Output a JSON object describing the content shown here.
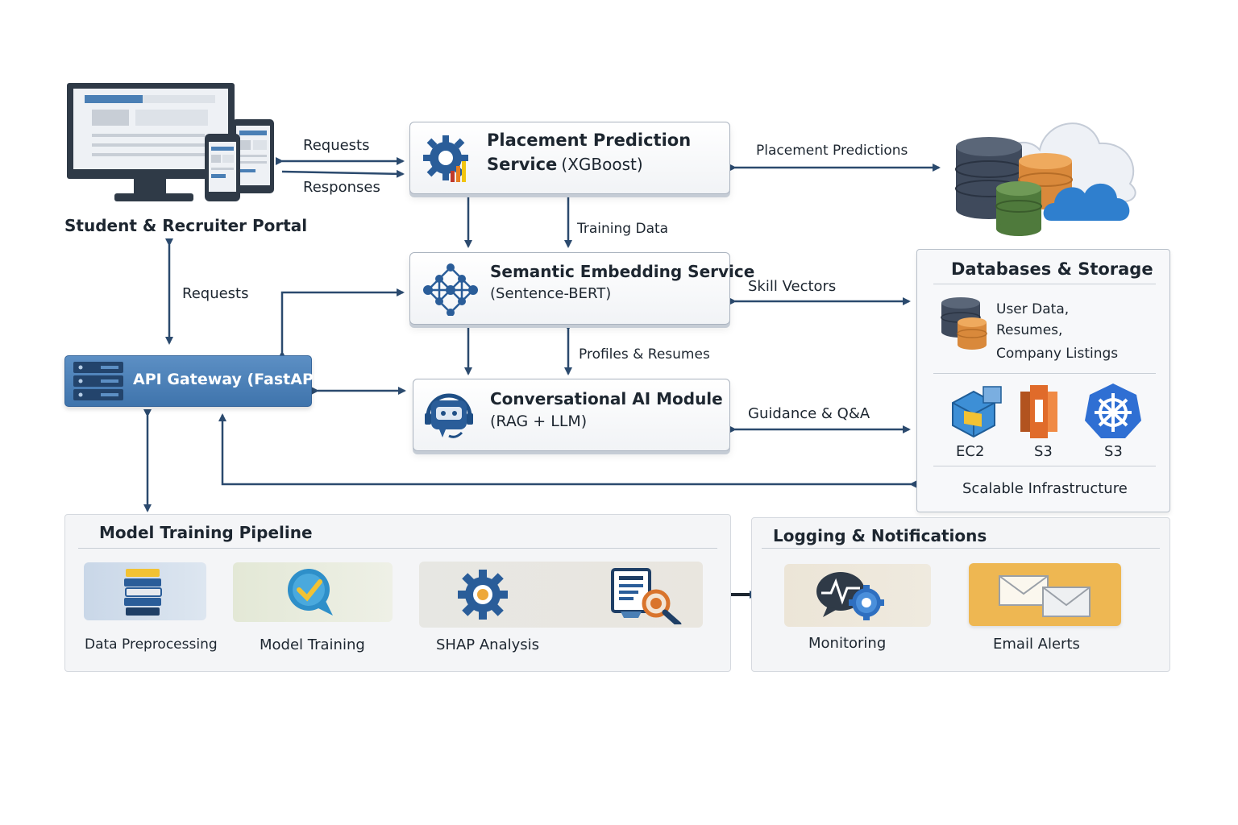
{
  "portal": {
    "title": "Student & Recruiter Portal"
  },
  "links": {
    "requests_top": "Requests",
    "responses": "Responses",
    "requests_left": "Requests",
    "placement_predictions": "Placement Predictions",
    "training_data": "Training Data",
    "skill_vectors": "Skill Vectors",
    "profiles_resumes": "Profiles & Resumes",
    "guidance_qa": "Guidance & Q&A"
  },
  "services": {
    "placement": {
      "title": "Placement Prediction",
      "title2": "Service",
      "sub": "(XGBoost)"
    },
    "embedding": {
      "title": "Semantic Embedding Service",
      "sub": "(Sentence-BERT)"
    },
    "conversational": {
      "title": "Conversational AI Module",
      "sub": "(RAG + LLM)"
    }
  },
  "gateway": {
    "label": "API Gateway (FastAPI)"
  },
  "storage": {
    "title": "Databases & Storage",
    "data_lines": [
      "User Data,",
      "Resumes,",
      "Company Listings"
    ],
    "infra": [
      "EC2",
      "S3",
      "S3"
    ],
    "footer": "Scalable Infrastructure"
  },
  "pipeline": {
    "title": "Model Training Pipeline",
    "steps": [
      "Data Preprocessing",
      "Model Training",
      "SHAP Analysis"
    ]
  },
  "logging": {
    "title": "Logging & Notifications",
    "steps": [
      "Monitoring",
      "Email Alerts"
    ]
  },
  "colors": {
    "arrow": "#2b4a6e",
    "gateway": "#4a7fb5",
    "pipeline_accent": "#1f4f86",
    "alerts": "#eeb752"
  },
  "icons": [
    "monitor-icon",
    "tablet-icon",
    "phone-icon",
    "gear-chart-icon",
    "neural-net-icon",
    "chatbot-icon",
    "server-icon",
    "database-icon",
    "cloud-icon",
    "ec2-icon",
    "s3-icon",
    "kubernetes-icon",
    "book-stack-icon",
    "chat-check-icon",
    "gear-icon",
    "report-search-icon",
    "heartbeat-gear-icon",
    "envelope-icon"
  ]
}
